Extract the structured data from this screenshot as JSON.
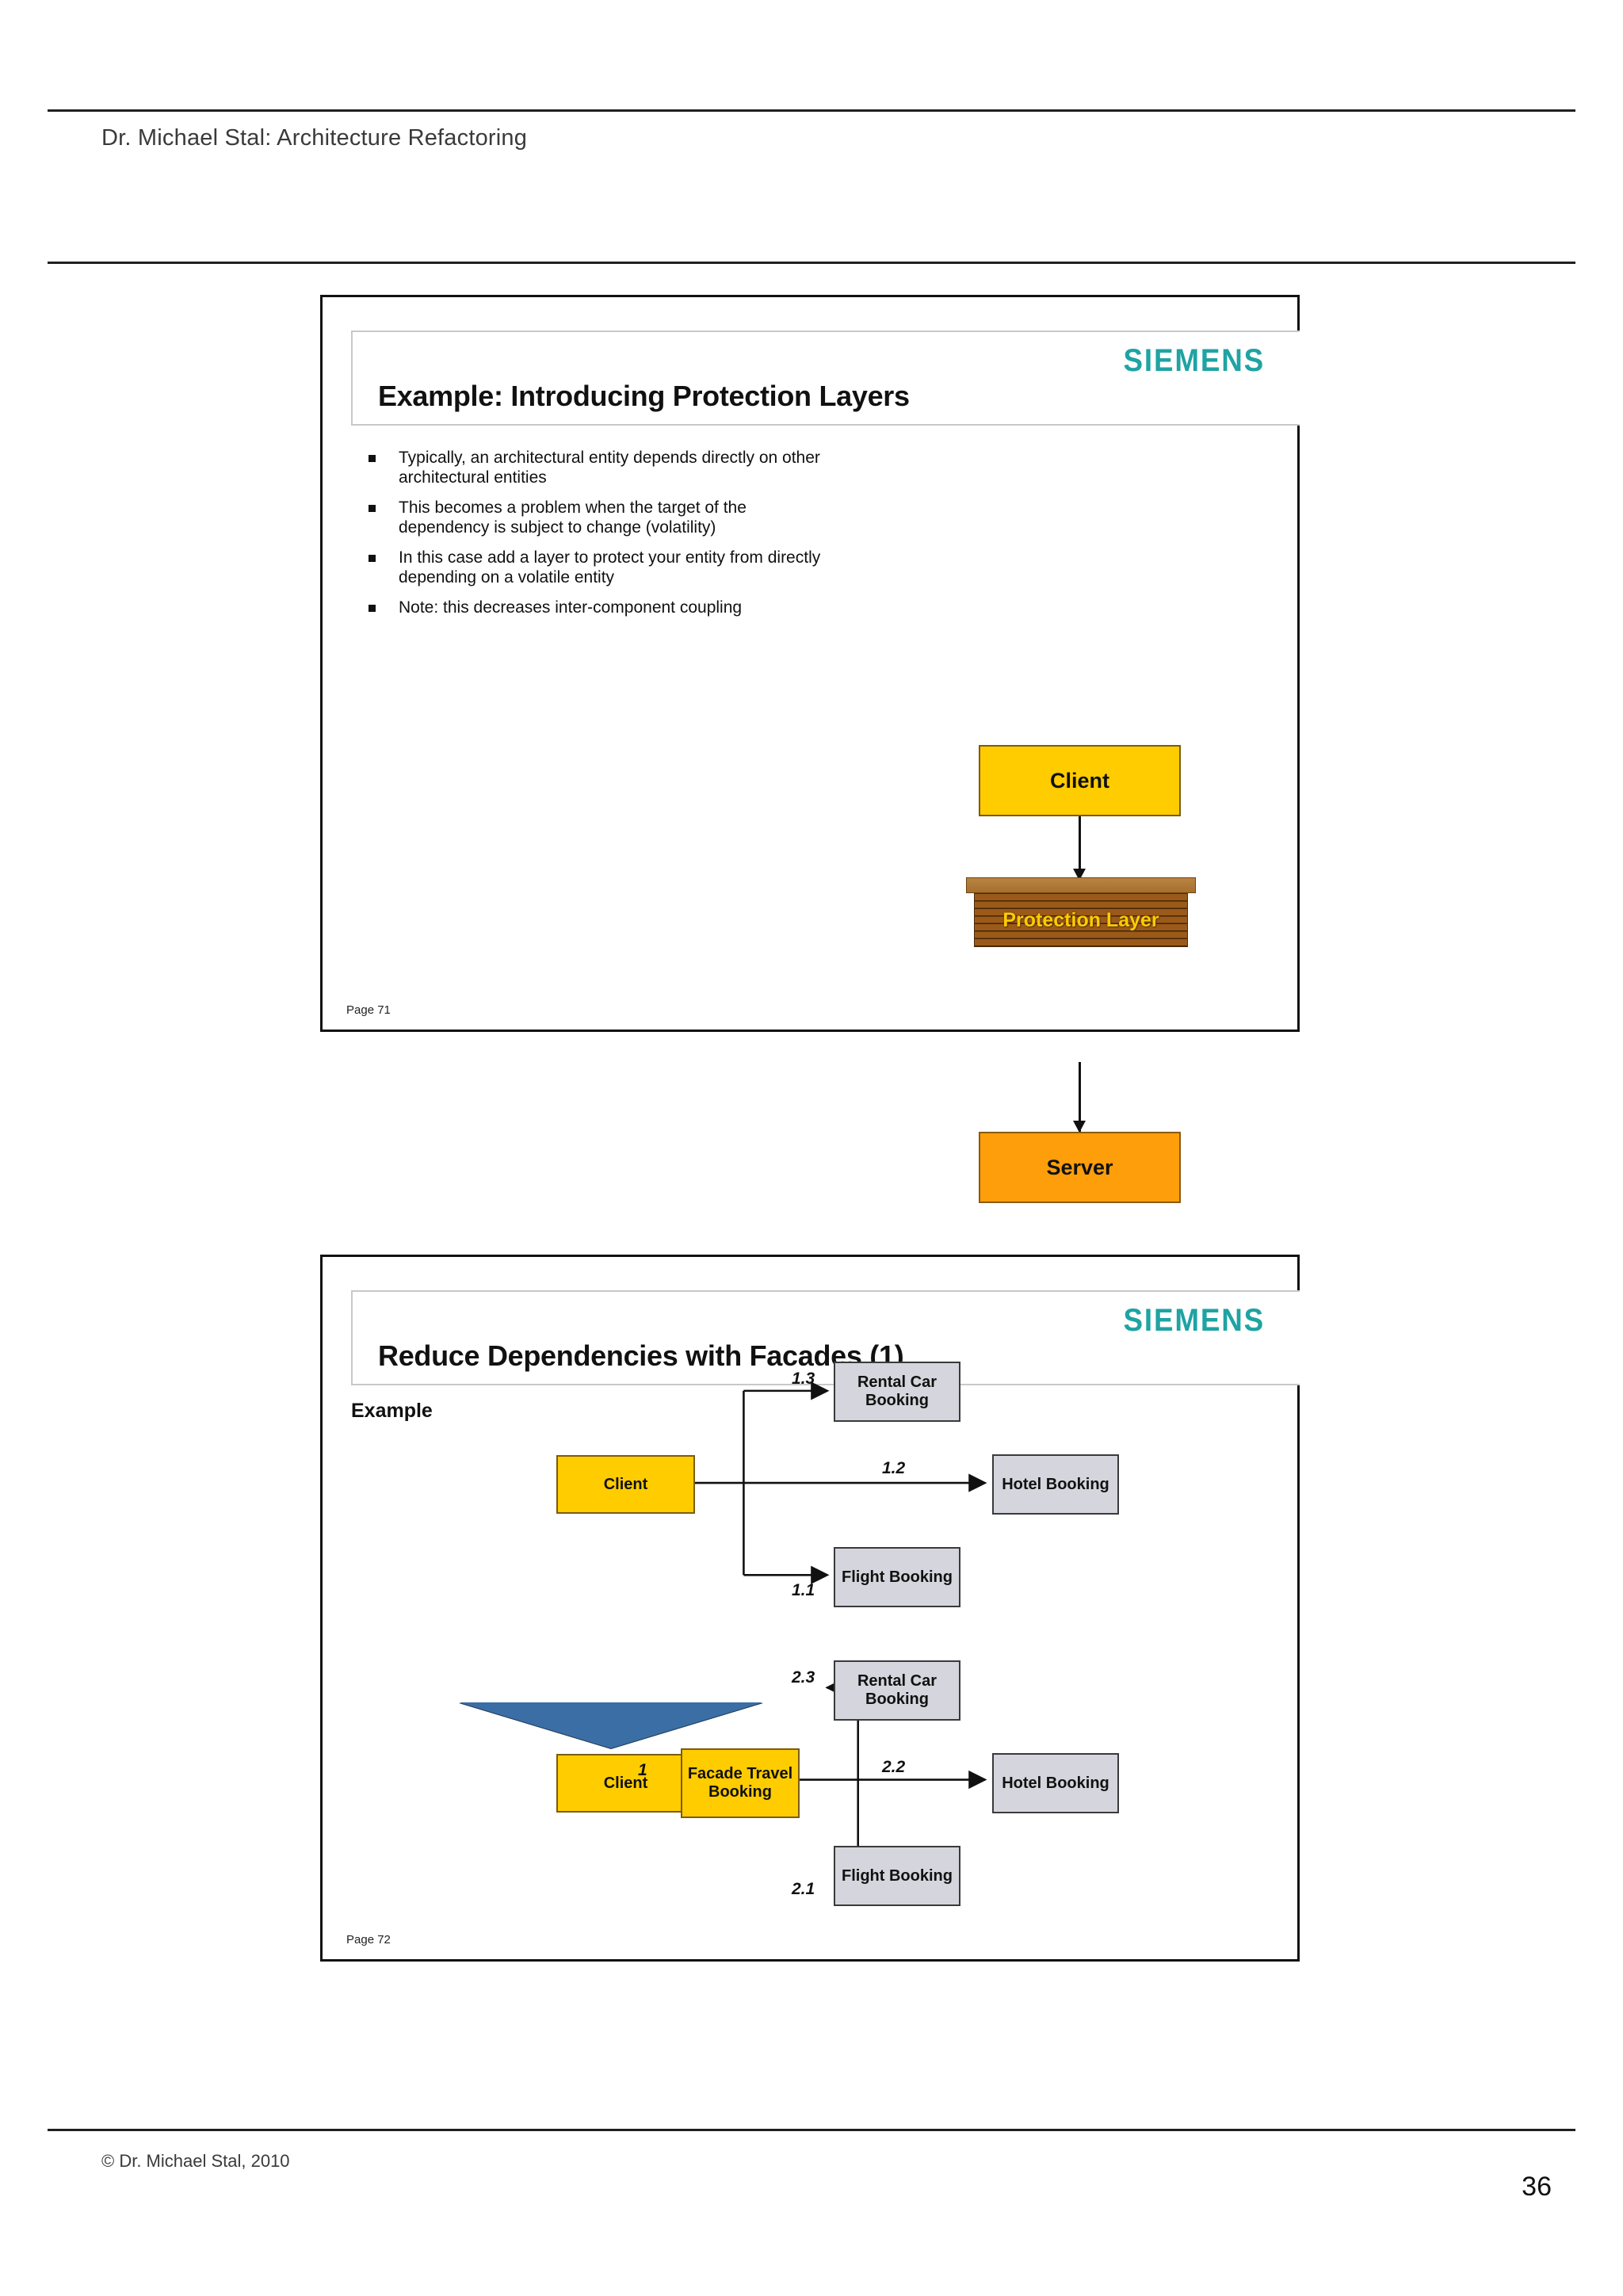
{
  "page": {
    "header": "Dr. Michael Stal: Architecture Refactoring",
    "footer": "©  Dr. Michael Stal, 2010",
    "number": "36"
  },
  "brand": {
    "logo_text": "SIEMENS",
    "logo_color": "#1fa3a3",
    "accent_yellow": "#FFCC00",
    "accent_orange": "#FF9E0B",
    "accent_gray": "#d5d5dd",
    "accent_blue": "#3a6ea5",
    "brick_brown": "#8a4f15"
  },
  "slide1": {
    "title": "Example: Introducing Protection Layers",
    "page_label": "Page 71",
    "bullets": [
      "Typically, an architectural entity depends directly on other architectural entities",
      "This becomes a problem when the target of the dependency is subject to change (volatility)",
      "In this case add a layer to protect your entity from directly depending on a volatile entity",
      "Note: this decreases inter-component coupling"
    ],
    "diagram": {
      "client": "Client",
      "protection_layer": "Protection Layer",
      "server": "Server"
    }
  },
  "slide2": {
    "title": "Reduce Dependencies with Facades (1)",
    "subtitle": "Example",
    "page_label": "Page 72",
    "before": {
      "client": "Client",
      "targets": [
        {
          "label": "Rental Car Booking",
          "seq": "1.3"
        },
        {
          "label": "Hotel Booking",
          "seq": "1.2"
        },
        {
          "label": "Flight Booking",
          "seq": "1.1"
        }
      ]
    },
    "after": {
      "client": "Client",
      "facade": "Facade Travel Booking",
      "client_to_facade_seq": "1",
      "targets": [
        {
          "label": "Rental Car Booking",
          "seq": "2.3"
        },
        {
          "label": "Hotel Booking",
          "seq": "2.2"
        },
        {
          "label": "Flight Booking",
          "seq": "2.1"
        }
      ]
    }
  }
}
